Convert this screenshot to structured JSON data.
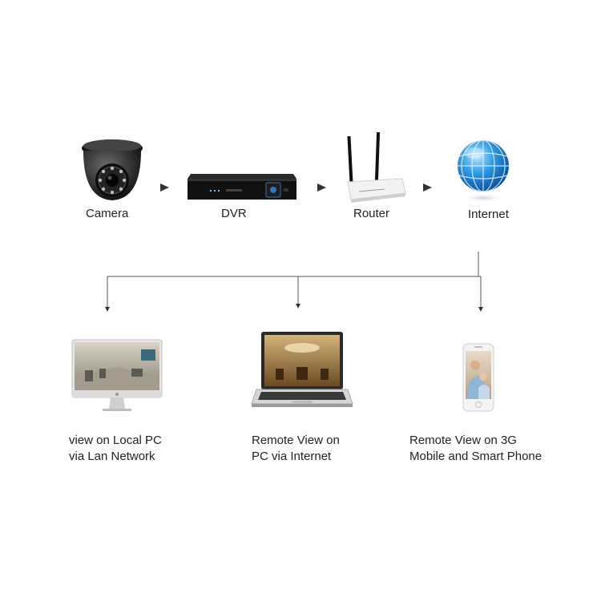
{
  "top_row": [
    {
      "label": "Camera",
      "icon": "dome-camera-icon"
    },
    {
      "label": "DVR",
      "icon": "dvr-recorder-icon"
    },
    {
      "label": "Router",
      "icon": "wifi-router-icon"
    },
    {
      "label": "Internet",
      "icon": "globe-icon"
    }
  ],
  "bottom_row": [
    {
      "line1": "view on Local PC",
      "line2": "via Lan Network",
      "icon": "desktop-monitor-icon"
    },
    {
      "line1": "Remote View on",
      "line2": "PC via Internet",
      "icon": "laptop-icon"
    },
    {
      "line1": "Remote View on 3G",
      "line2": "Mobile and Smart Phone",
      "icon": "smartphone-icon"
    }
  ],
  "colors": {
    "arrow": "#333333",
    "line": "#555555",
    "globe": "#1e8fe0"
  }
}
